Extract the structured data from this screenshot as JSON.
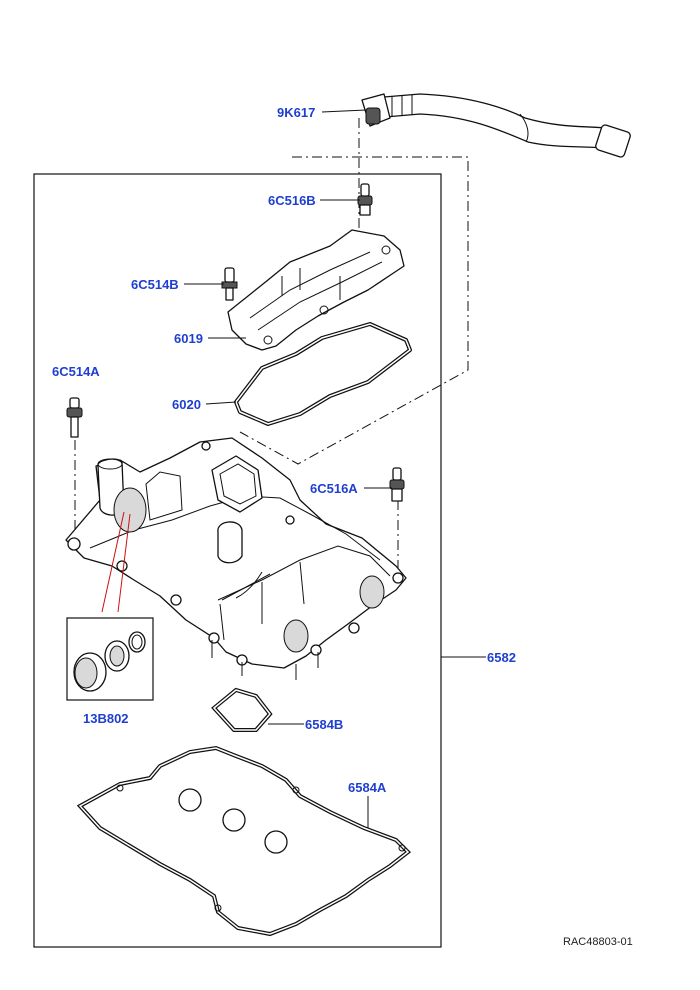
{
  "labels": {
    "hose": "9K617",
    "sensor_top": "6C516B",
    "stud_top": "6C514B",
    "baffle_plate": "6019",
    "baffle_gasket": "6020",
    "stud_left": "6C514A",
    "sensor_right": "6C516A",
    "cover": "6582",
    "oil_filler_kit": "13B802",
    "filler_seal": "6584B",
    "cover_gasket": "6584A"
  },
  "reference": "RAC48803-01",
  "colors": {
    "label_blue": "#1f3fd1",
    "reference_text": "#222222",
    "callout_red": "#cc1111"
  }
}
